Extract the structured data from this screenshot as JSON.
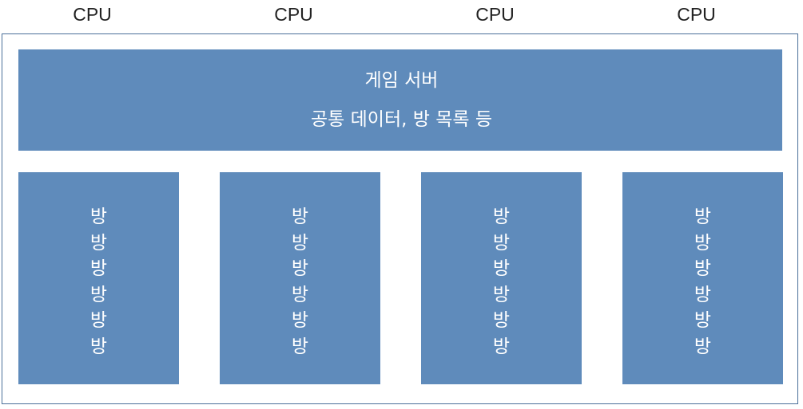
{
  "cpus": [
    {
      "label": "CPU"
    },
    {
      "label": "CPU"
    },
    {
      "label": "CPU"
    },
    {
      "label": "CPU"
    }
  ],
  "server": {
    "title": "게임 서버",
    "subtitle": "공통 데이터, 방 목록 등"
  },
  "columns": [
    {
      "rooms": [
        "방",
        "방",
        "방",
        "방",
        "방",
        "방"
      ]
    },
    {
      "rooms": [
        "방",
        "방",
        "방",
        "방",
        "방",
        "방"
      ]
    },
    {
      "rooms": [
        "방",
        "방",
        "방",
        "방",
        "방",
        "방"
      ]
    },
    {
      "rooms": [
        "방",
        "방",
        "방",
        "방",
        "방",
        "방"
      ]
    }
  ],
  "colors": {
    "box_fill": "#5f8bbb",
    "outer_border": "#4a6f99",
    "text_on_box": "#ffffff"
  }
}
